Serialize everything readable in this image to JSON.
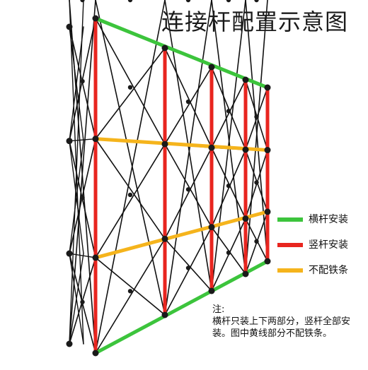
{
  "title": "连接杆配置示意图",
  "legend": [
    {
      "label": "横杆安装",
      "color": "#3cc43c"
    },
    {
      "label": "竖杆安装",
      "color": "#e8251f"
    },
    {
      "label": "不配铁条",
      "color": "#f5b41c"
    }
  ],
  "note": {
    "title": "注:",
    "body": "横杆只装上下两部分，竖杆全部安装。图中黄线部分不配铁条。"
  },
  "colors": {
    "frame": "#111111",
    "joint": "#1a1a1a",
    "horizontal_bar": "#3cc43c",
    "vertical_bar": "#e8251f",
    "no_iron_bar": "#f5b41c"
  }
}
